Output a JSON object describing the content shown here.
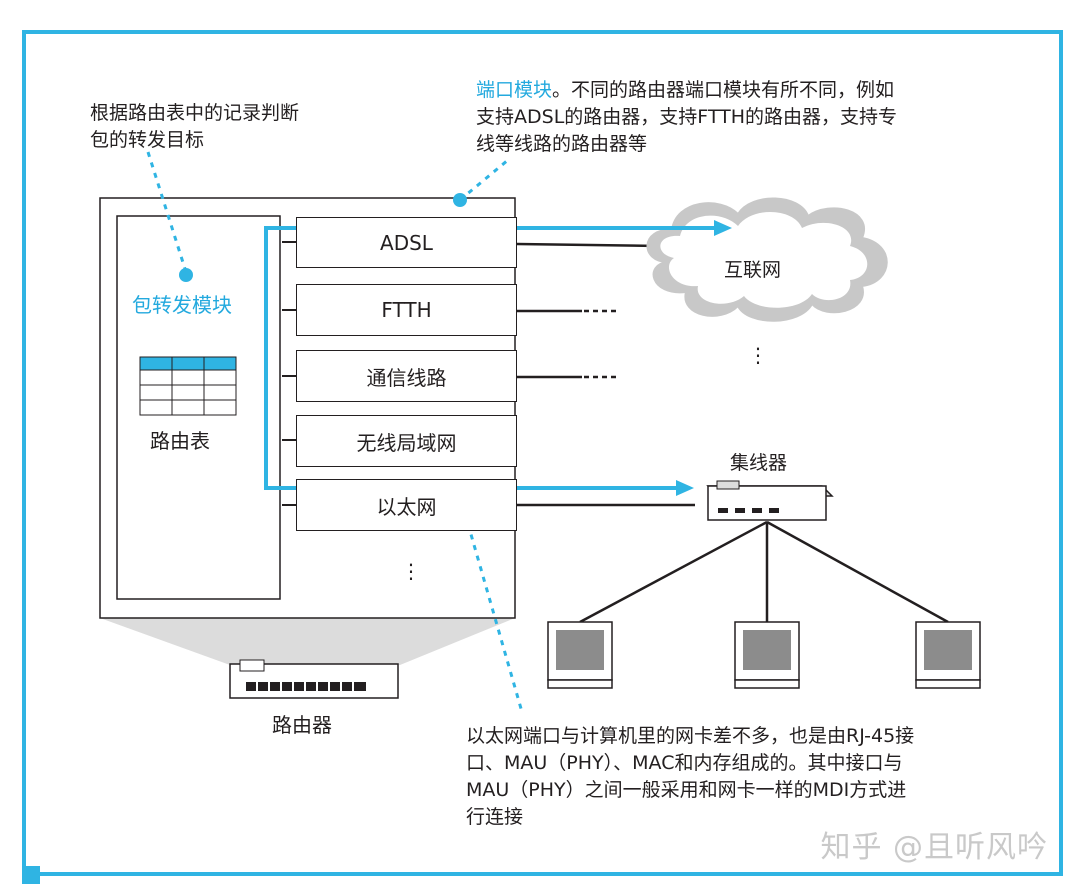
{
  "annotations": {
    "forwarding_note_lines": [
      "根据路由表中的记录判断",
      "包的转发目标"
    ],
    "port_module_note": {
      "highlight": "端口模块",
      "lines": [
        "。不同的路由器端口模块有所不同，例如",
        "支持ADSL的路由器，支持FTTH的路由器，支持专",
        "线等线路的路由器等"
      ]
    },
    "ethernet_note_lines": [
      "以太网端口与计算机里的网卡差不多，也是由RJ-45接",
      "口、MAU（PHY）、MAC和内存组成的。其中接口与",
      "MAU（PHY）之间一般采用和网卡一样的MDI方式进",
      "行连接"
    ]
  },
  "router": {
    "forwarding_module_label": "包转发模块",
    "routing_table_label": "路由表",
    "ports": [
      "ADSL",
      "FTTH",
      "通信线路",
      "无线局域网",
      "以太网"
    ],
    "more_ports": "⋮",
    "device_label": "路由器"
  },
  "network": {
    "internet_label": "互联网",
    "more_links": "⋮",
    "hub_label": "集线器"
  },
  "watermark": "知乎 @且听风吟",
  "colors": {
    "accent": "#2fb4e3",
    "line": "#231f20",
    "cloud": "#c8c8c8",
    "screen": "#8c8c8c"
  }
}
